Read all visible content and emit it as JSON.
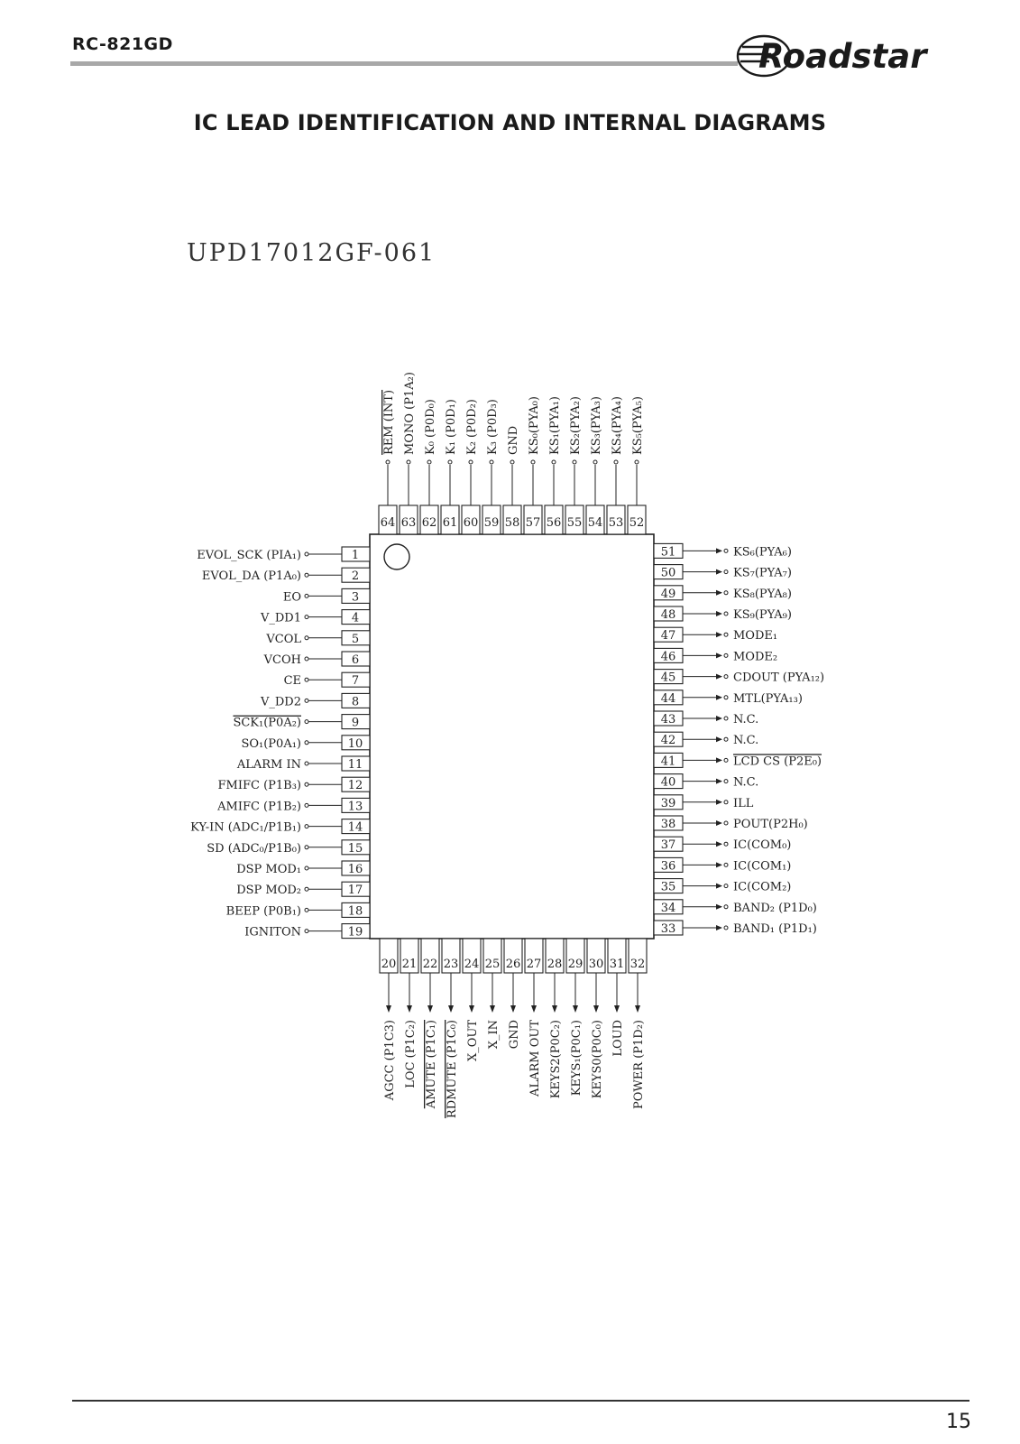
{
  "header": {
    "model": "RC-821GD",
    "brand": "Roadstar"
  },
  "section_title": "IC LEAD IDENTIFICATION AND INTERNAL DIAGRAMS",
  "chip": {
    "part_number": "UPD17012GF-061",
    "left_pins": [
      {
        "num": "1",
        "label": "EVOL_SCK (PIA₁)",
        "dir": "in"
      },
      {
        "num": "2",
        "label": "EVOL_DA (P1A₀)",
        "dir": "in"
      },
      {
        "num": "3",
        "label": "EO",
        "dir": "in"
      },
      {
        "num": "4",
        "label": "V_DD1",
        "dir": "in"
      },
      {
        "num": "5",
        "label": "VCOL",
        "dir": "in"
      },
      {
        "num": "6",
        "label": "VCOH",
        "dir": "in"
      },
      {
        "num": "7",
        "label": "CE",
        "dir": "in"
      },
      {
        "num": "8",
        "label": "V_DD2",
        "dir": "in"
      },
      {
        "num": "9",
        "label": "SCK₁(P0A₂)",
        "dir": "in",
        "overline": "SCK"
      },
      {
        "num": "10",
        "label": "SO₁(P0A₁)",
        "dir": "in"
      },
      {
        "num": "11",
        "label": "ALARM IN",
        "dir": "in"
      },
      {
        "num": "12",
        "label": "FMIFC (P1B₃)",
        "dir": "in"
      },
      {
        "num": "13",
        "label": "AMIFC (P1B₂)",
        "dir": "in"
      },
      {
        "num": "14",
        "label": "KY-IN (ADC₁/P1B₁)",
        "dir": "in"
      },
      {
        "num": "15",
        "label": "SD (ADC₀/P1B₀)",
        "dir": "in"
      },
      {
        "num": "16",
        "label": "DSP MOD₁",
        "dir": "in"
      },
      {
        "num": "17",
        "label": "DSP MOD₂",
        "dir": "in"
      },
      {
        "num": "18",
        "label": "BEEP (P0B₁)",
        "dir": "in"
      },
      {
        "num": "19",
        "label": "IGNITON",
        "dir": "in"
      }
    ],
    "bottom_pins": [
      {
        "num": "20",
        "label": "AGCC (P1C3)"
      },
      {
        "num": "21",
        "label": "LOC (P1C₂)"
      },
      {
        "num": "22",
        "label": "AMUTE (P1C₁)",
        "overline": "AMUTE"
      },
      {
        "num": "23",
        "label": "RDMUTE (P1C₀)",
        "overline": "RDMUTE"
      },
      {
        "num": "24",
        "label": "X_OUT"
      },
      {
        "num": "25",
        "label": "X_IN"
      },
      {
        "num": "26",
        "label": "GND"
      },
      {
        "num": "27",
        "label": "ALARM OUT"
      },
      {
        "num": "28",
        "label": "KEYS2(P0C₂)"
      },
      {
        "num": "29",
        "label": "KEYS₁(P0C₁)"
      },
      {
        "num": "30",
        "label": "KEYS0(P0C₀)"
      },
      {
        "num": "31",
        "label": "LOUD"
      },
      {
        "num": "32",
        "label": "POWER (P1D₂)"
      }
    ],
    "right_pins": [
      {
        "num": "33",
        "label": "BAND₁ (P1D₁)"
      },
      {
        "num": "34",
        "label": "BAND₂ (P1D₀)"
      },
      {
        "num": "35",
        "label": "IC(COM₂)"
      },
      {
        "num": "36",
        "label": "IC(COM₁)"
      },
      {
        "num": "37",
        "label": "IC(COM₀)"
      },
      {
        "num": "38",
        "label": "POUT(P2H₀)"
      },
      {
        "num": "39",
        "label": "ILL"
      },
      {
        "num": "40",
        "label": "N.C."
      },
      {
        "num": "41",
        "label": "LCD CS (P2E₀)",
        "overline": "LCD CS"
      },
      {
        "num": "42",
        "label": "N.C."
      },
      {
        "num": "43",
        "label": "N.C."
      },
      {
        "num": "44",
        "label": "MTL(PYA₁₃)"
      },
      {
        "num": "45",
        "label": "CDOUT (PYA₁₂)"
      },
      {
        "num": "46",
        "label": "MODE₂"
      },
      {
        "num": "47",
        "label": "MODE₁"
      },
      {
        "num": "48",
        "label": "KS₉(PYA₉)"
      },
      {
        "num": "49",
        "label": "KS₈(PYA₈)"
      },
      {
        "num": "50",
        "label": "KS₇(PYA₇)"
      },
      {
        "num": "51",
        "label": "KS₆(PYA₆)"
      }
    ],
    "top_pins": [
      {
        "num": "52",
        "label": "KS₅(PYA₅)"
      },
      {
        "num": "53",
        "label": "KS₄(PYA₄)"
      },
      {
        "num": "54",
        "label": "KS₃(PYA₃)"
      },
      {
        "num": "55",
        "label": "KS₂(PYA₂)"
      },
      {
        "num": "56",
        "label": "KS₁(PYA₁)"
      },
      {
        "num": "57",
        "label": "KS₀(PYA₀)"
      },
      {
        "num": "58",
        "label": "GND"
      },
      {
        "num": "59",
        "label": "K₃ (P0D₃)"
      },
      {
        "num": "60",
        "label": "K₂ (P0D₂)"
      },
      {
        "num": "61",
        "label": "K₁ (P0D₁)"
      },
      {
        "num": "62",
        "label": "K₀ (P0D₀)"
      },
      {
        "num": "63",
        "label": "MONO (P1A₂)"
      },
      {
        "num": "64",
        "label": "REM (INT)",
        "overline": "REM"
      }
    ]
  },
  "footer": {
    "page_number": "15"
  }
}
